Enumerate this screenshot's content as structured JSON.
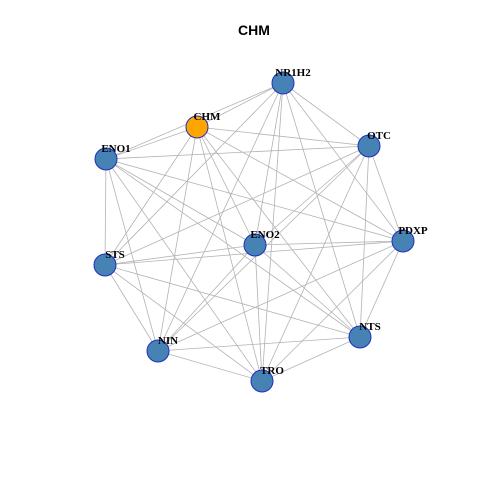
{
  "title": "CHM",
  "colors": {
    "node_default": "#4682b4",
    "node_highlight": "#ffa500",
    "node_stroke": "#1f2fbf",
    "edge": "#b3b3b3"
  },
  "nodes": [
    {
      "id": "NR1H2",
      "label": "NR1H2",
      "highlight": false
    },
    {
      "id": "CHM",
      "label": "CHM",
      "highlight": true
    },
    {
      "id": "OTC",
      "label": "OTC",
      "highlight": false
    },
    {
      "id": "ENO1",
      "label": "ENO1",
      "highlight": false
    },
    {
      "id": "ENO2",
      "label": "ENO2",
      "highlight": false
    },
    {
      "id": "PDXP",
      "label": "PDXP",
      "highlight": false
    },
    {
      "id": "STS",
      "label": "STS",
      "highlight": false
    },
    {
      "id": "NTS",
      "label": "NTS",
      "highlight": false
    },
    {
      "id": "NIN",
      "label": "NIN",
      "highlight": false
    },
    {
      "id": "TRO",
      "label": "TRO",
      "highlight": false
    }
  ],
  "edges": [
    [
      "NR1H2",
      "CHM"
    ],
    [
      "NR1H2",
      "ENO1"
    ],
    [
      "NR1H2",
      "OTC"
    ],
    [
      "NR1H2",
      "ENO2"
    ],
    [
      "NR1H2",
      "PDXP"
    ],
    [
      "NR1H2",
      "STS"
    ],
    [
      "NR1H2",
      "NTS"
    ],
    [
      "NR1H2",
      "NIN"
    ],
    [
      "NR1H2",
      "TRO"
    ],
    [
      "CHM",
      "ENO1"
    ],
    [
      "CHM",
      "OTC"
    ],
    [
      "CHM",
      "ENO2"
    ],
    [
      "CHM",
      "PDXP"
    ],
    [
      "CHM",
      "STS"
    ],
    [
      "CHM",
      "NTS"
    ],
    [
      "CHM",
      "NIN"
    ],
    [
      "CHM",
      "TRO"
    ],
    [
      "OTC",
      "ENO1"
    ],
    [
      "OTC",
      "ENO2"
    ],
    [
      "OTC",
      "PDXP"
    ],
    [
      "OTC",
      "STS"
    ],
    [
      "OTC",
      "NTS"
    ],
    [
      "OTC",
      "NIN"
    ],
    [
      "OTC",
      "TRO"
    ],
    [
      "ENO1",
      "ENO2"
    ],
    [
      "ENO1",
      "PDXP"
    ],
    [
      "ENO1",
      "STS"
    ],
    [
      "ENO1",
      "NTS"
    ],
    [
      "ENO1",
      "NIN"
    ],
    [
      "ENO1",
      "TRO"
    ],
    [
      "ENO2",
      "PDXP"
    ],
    [
      "ENO2",
      "STS"
    ],
    [
      "ENO2",
      "NTS"
    ],
    [
      "ENO2",
      "NIN"
    ],
    [
      "ENO2",
      "TRO"
    ],
    [
      "PDXP",
      "STS"
    ],
    [
      "PDXP",
      "NTS"
    ],
    [
      "PDXP",
      "NIN"
    ],
    [
      "PDXP",
      "TRO"
    ],
    [
      "STS",
      "NTS"
    ],
    [
      "STS",
      "NIN"
    ],
    [
      "STS",
      "TRO"
    ],
    [
      "NTS",
      "NIN"
    ],
    [
      "NTS",
      "TRO"
    ],
    [
      "NIN",
      "TRO"
    ]
  ]
}
